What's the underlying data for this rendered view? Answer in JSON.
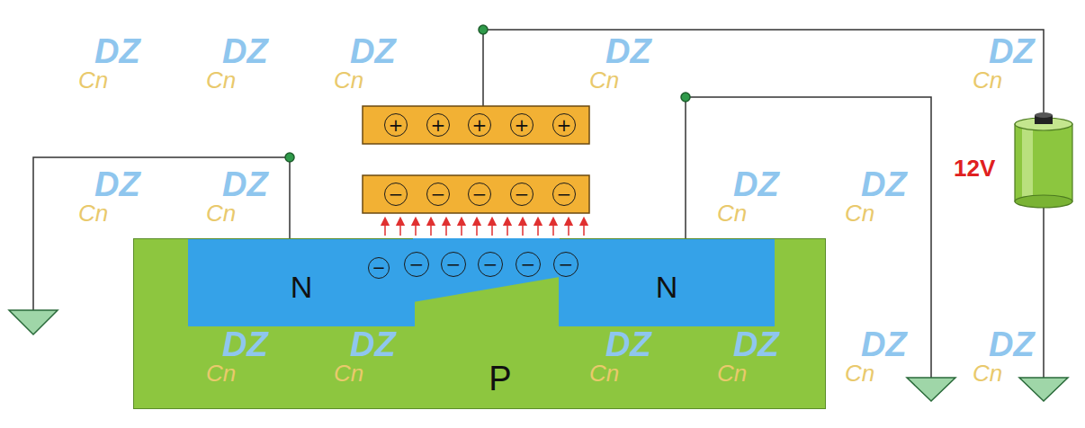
{
  "diagram": {
    "nodes": [
      {
        "text": [
          "+"
        ]
      },
      {
        "text": [
          "+"
        ]
      },
      {
        "text": [
          "+"
        ]
      },
      {
        "text": [
          "+"
        ]
      },
      {
        "text": [
          "+"
        ]
      },
      {
        "text": [
          "−"
        ]
      },
      {
        "text": [
          "−"
        ]
      },
      {
        "text": [
          "−"
        ]
      },
      {
        "text": [
          "−"
        ]
      },
      {
        "text": [
          "−"
        ]
      },
      {
        "text": [
          "P"
        ]
      },
      {
        "text": [
          "N"
        ],
        "in": 10
      },
      {
        "text": [
          "N"
        ],
        "in": 10
      },
      {
        "text": [
          "−"
        ],
        "in": 10
      },
      {
        "text": [
          "−"
        ],
        "in": 10
      },
      {
        "text": [
          "−"
        ],
        "in": 10
      },
      {
        "text": [
          "−"
        ],
        "in": 10
      },
      {
        "text": [
          "−"
        ],
        "in": 10
      },
      {
        "text": [
          "−"
        ],
        "in": 10
      },
      {
        "text": [
          "12V"
        ]
      }
    ],
    "labels": [
      "DZ",
      "Cn",
      "DZ",
      "Cn",
      "DZ",
      "Cn",
      "DZ",
      "Cn",
      "DZ",
      "Cn",
      "DZ",
      "Cn",
      "DZ",
      "Cn",
      "DZ",
      "Cn",
      "DZ",
      "Cn",
      "DZ",
      "Cn",
      "DZ",
      "Cn",
      "DZ",
      "Cn",
      "DZ",
      "Cn",
      "DZ",
      "Cn",
      "DZ",
      "Cn"
    ]
  }
}
